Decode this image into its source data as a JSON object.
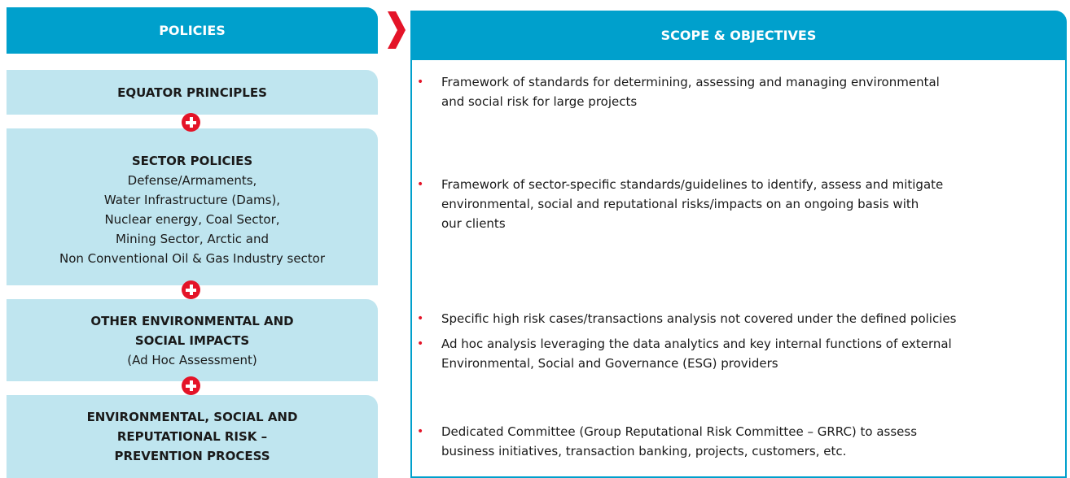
{
  "headers": {
    "policies": "POLICIES",
    "scope": "SCOPE & OBJECTIVES"
  },
  "policies": [
    {
      "title": "EQUATOR PRINCIPLES",
      "details": []
    },
    {
      "title": "SECTOR POLICIES",
      "details": [
        "Defense/Armaments,",
        "Water Infrastructure (Dams),",
        "Nuclear energy, Coal Sector,",
        "Mining Sector, Arctic and",
        "Non Conventional Oil & Gas Industry sector"
      ]
    },
    {
      "title_lines": [
        "OTHER ENVIRONMENTAL AND",
        "SOCIAL IMPACTS"
      ],
      "details": [
        "(Ad Hoc Assessment)"
      ]
    },
    {
      "title_lines": [
        "ENVIRONMENTAL, SOCIAL AND",
        "REPUTATIONAL RISK –",
        "PREVENTION PROCESS"
      ],
      "details": []
    }
  ],
  "objectives": [
    {
      "lines": [
        "Framework of standards for determining, assessing and managing environmental",
        "and social risk for large projects"
      ]
    },
    {
      "lines": [
        "Framework of sector-specific standards/guidelines to identify, assess and mitigate",
        "environmental, social and reputational risks/impacts on an ongoing basis with",
        "our clients"
      ]
    },
    {
      "lines": [
        "Specific high risk cases/transactions analysis not covered under the defined policies"
      ]
    },
    {
      "lines": [
        "Ad hoc analysis leveraging the data analytics and key internal functions of external",
        "Environmental, Social and Governance (ESG) providers"
      ]
    },
    {
      "lines": [
        "Dedicated Committee (Group Reputational Risk Committee – GRRC) to assess",
        "business initiatives, transaction banking, projects, customers, etc."
      ]
    }
  ],
  "bullet_symbol": "•",
  "colors": {
    "header": "#00a0cc",
    "policy_box": "#bfe5ef",
    "accent_red": "#e41428"
  },
  "icons": {
    "arrow": "chevron-right-icon",
    "plus": "plus-circle-icon"
  }
}
